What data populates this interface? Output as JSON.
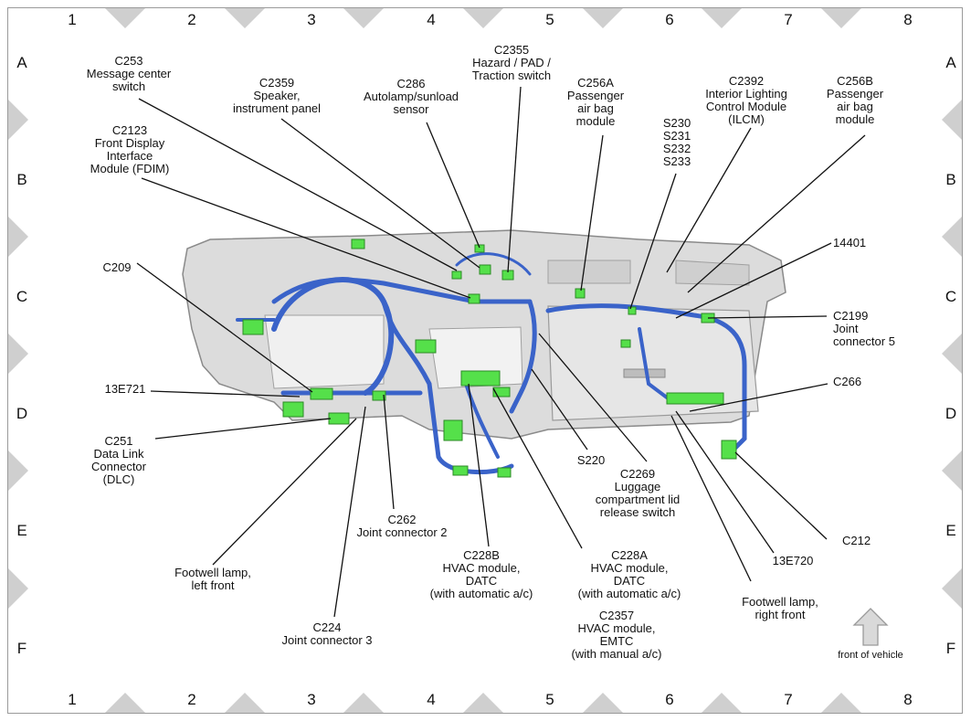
{
  "grid": {
    "columns": [
      "1",
      "2",
      "3",
      "4",
      "5",
      "6",
      "7",
      "8"
    ],
    "rows": [
      "A",
      "B",
      "C",
      "D",
      "E",
      "F"
    ]
  },
  "labels": {
    "c253": [
      "C253",
      "Message center",
      "switch"
    ],
    "c2359": [
      "C2359",
      "Speaker,",
      "instrument panel"
    ],
    "c286": [
      "C286",
      "Autolamp/sunload",
      "sensor"
    ],
    "c2355": [
      "C2355",
      "Hazard / PAD /",
      "Traction switch"
    ],
    "c256a": [
      "C256A",
      "Passenger",
      "air bag",
      "module"
    ],
    "c2392": [
      "C2392",
      "Interior Lighting",
      "Control Module",
      "(ILCM)"
    ],
    "c256b": [
      "C256B",
      "Passenger",
      "air bag",
      "module"
    ],
    "c2123": [
      "C2123",
      "Front Display",
      "Interface",
      "Module (FDIM)"
    ],
    "s230": [
      "S230",
      "S231",
      "S232",
      "S233"
    ],
    "c209": [
      "C209"
    ],
    "c14401": [
      "14401"
    ],
    "c2199": [
      "C2199",
      "Joint",
      "connector 5"
    ],
    "c266": [
      "C266"
    ],
    "c13e721": [
      "13E721"
    ],
    "c251": [
      "C251",
      "Data Link",
      "Connector",
      "(DLC)"
    ],
    "s220": [
      "S220"
    ],
    "c2269": [
      "C2269",
      "Luggage",
      "compartment lid",
      "release switch"
    ],
    "c262": [
      "C262",
      "Joint connector 2"
    ],
    "c212": [
      "C212"
    ],
    "c13e720": [
      "13E720"
    ],
    "footwell_left": [
      "Footwell lamp,",
      "left front"
    ],
    "c228b": [
      "C228B",
      "HVAC module,",
      "DATC",
      "(with automatic a/c)"
    ],
    "c228a": [
      "C228A",
      "HVAC module,",
      "DATC",
      "(with automatic a/c)"
    ],
    "footwell_right": [
      "Footwell lamp,",
      "right front"
    ],
    "c224": [
      "C224",
      "Joint connector 3"
    ],
    "c2357": [
      "C2357",
      "HVAC module,",
      "EMTC",
      "(with manual a/c)"
    ]
  },
  "front_of_vehicle": "front of vehicle",
  "colors": {
    "harness": "#3a63c9",
    "connector": "#55e04a",
    "panel": "#dcdcdc",
    "grid_triangle": "#cfcfcf"
  }
}
